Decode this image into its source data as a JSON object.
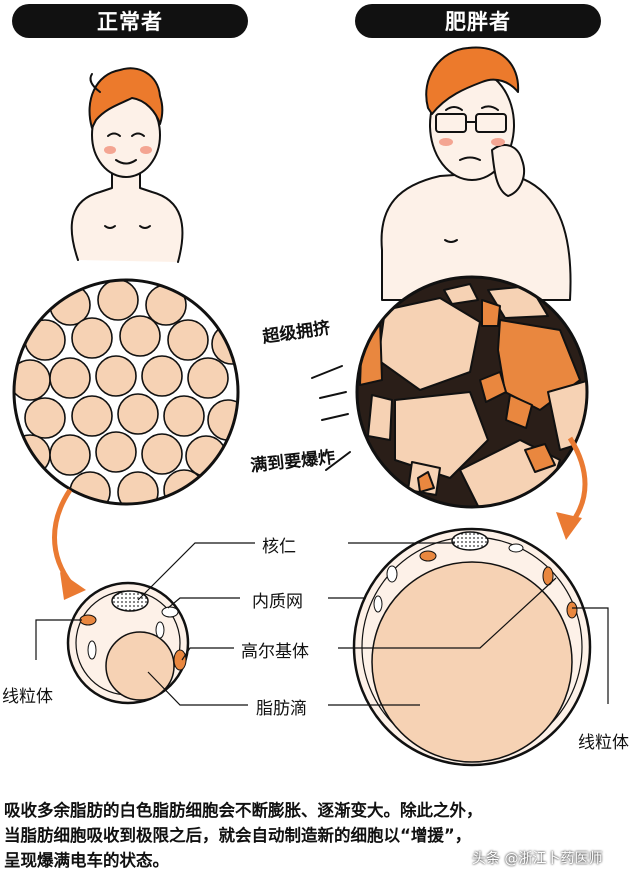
{
  "headers": {
    "normal": "正常者",
    "obese": "肥胖者"
  },
  "annotations": {
    "crowded": "超级拥挤",
    "bursting": "满到要爆炸"
  },
  "labels": {
    "nucleolus": "核仁",
    "er": "内质网",
    "golgi": "高尔基体",
    "lipid": "脂肪滴",
    "mito_left": "线粒体",
    "mito_right": "线粒体"
  },
  "caption": [
    "吸收多余脂肪的白色脂肪细胞会不断膨胀、逐渐变大。除此之外，",
    "当脂肪细胞吸收到极限之后，就会自动制造新的细胞以“增援”，",
    "呈现爆满电车的状态。"
  ],
  "watermark": "头条 @浙江卜药医师",
  "colors": {
    "skin": "#fce9dc",
    "hair": "#ec7a2c",
    "cell": "#f6cfae",
    "accent": "#ea7a32"
  }
}
